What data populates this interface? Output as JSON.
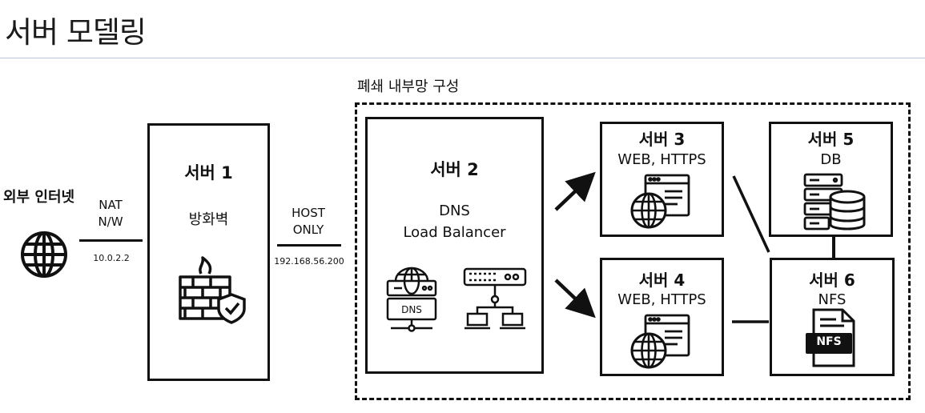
{
  "page": {
    "title": "서버 모델링"
  },
  "external": {
    "label": "외부 인터넷",
    "icon": "globe-icon"
  },
  "link_nat": {
    "label_line1": "NAT",
    "label_line2": "N/W",
    "ip": "10.0.2.2"
  },
  "server1": {
    "name": "서버 1",
    "role": "방화벽",
    "icon": "firewall-shield-icon"
  },
  "link_host": {
    "label_line1": "HOST",
    "label_line2": "ONLY",
    "ip": "192.168.56.200"
  },
  "zone": {
    "label": "폐쇄 내부망 구성"
  },
  "server2": {
    "name": "서버 2",
    "role_line1": "DNS",
    "role_line2": "Load Balancer",
    "icons": [
      "dns-server-icon",
      "network-switch-icon"
    ],
    "dns_badge": "DNS"
  },
  "server3": {
    "name": "서버 3",
    "role": "WEB, HTTPS",
    "icon": "web-browser-globe-icon"
  },
  "server4": {
    "name": "서버 4",
    "role": "WEB, HTTPS",
    "icon": "web-browser-globe-icon"
  },
  "server5": {
    "name": "서버 5",
    "role": "DB",
    "icon": "database-server-icon"
  },
  "server6": {
    "name": "서버 6",
    "role": "NFS",
    "icon": "nfs-file-icon",
    "nfs_badge": "NFS"
  },
  "colors": {
    "stroke": "#111111",
    "title_rule": "#b7c4dc",
    "background": "#ffffff"
  }
}
